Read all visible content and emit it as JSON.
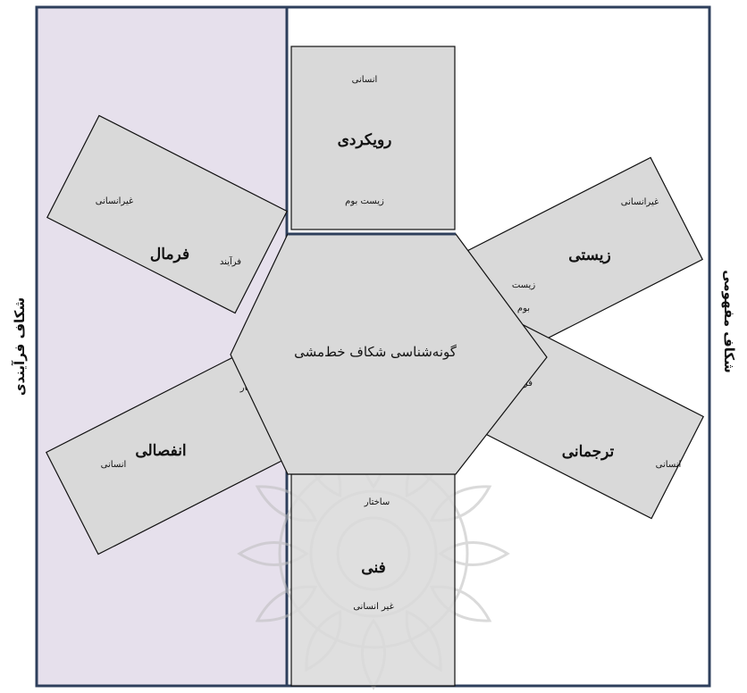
{
  "side_labels": {
    "left": "شکاف فرآیندی",
    "right": "شکاف مفهومی"
  },
  "center": {
    "title": "گونه‌شناسی شکاف خط‌مشی"
  },
  "cards": {
    "top": {
      "title": "رویکردی",
      "tag1": "انسانی",
      "tag2": "زیست بوم"
    },
    "upper_left": {
      "title": "فرمال",
      "tag1": "غیرانسانی",
      "tag2": "فرآیند"
    },
    "upper_right": {
      "title": "زیستی",
      "tag1": "غیرانسانی",
      "tag2": "زیست",
      "tag3": "بوم"
    },
    "lower_left": {
      "title": "انفصالی",
      "tag1": "ساختار",
      "tag2": "انسانی"
    },
    "lower_right": {
      "title": "ترجمانی",
      "tag1": "فرآیند",
      "tag2": "انسانی"
    },
    "bottom": {
      "title": "فنی",
      "tag1": "ساختار",
      "tag2": "غیر انسانی"
    }
  },
  "colors": {
    "left_panel": "#e6e0ec",
    "card_fill": "#d9d9d9",
    "frame": "#2e3f5c",
    "stroke": "#111111"
  }
}
